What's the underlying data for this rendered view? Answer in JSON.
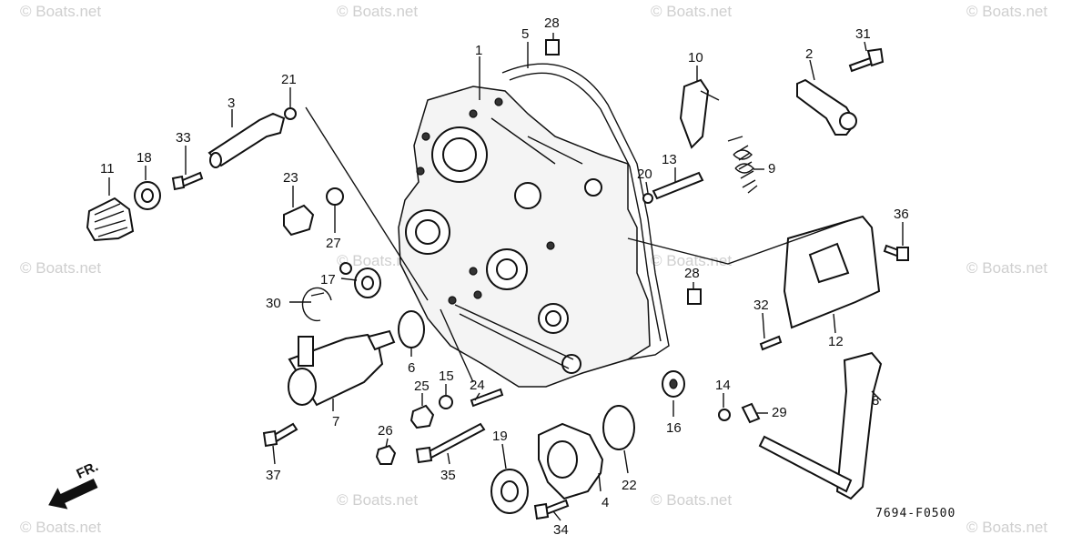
{
  "diagram": {
    "part_numbers": [
      "1",
      "2",
      "3",
      "4",
      "5",
      "6",
      "7",
      "8",
      "9",
      "10",
      "11",
      "12",
      "13",
      "14",
      "15",
      "16",
      "17",
      "18",
      "19",
      "20",
      "21",
      "22",
      "23",
      "24",
      "25",
      "26",
      "27",
      "28",
      "28",
      "29",
      "30",
      "31",
      "32",
      "33",
      "34",
      "35",
      "36",
      "37"
    ],
    "direction_label": "FR.",
    "drawing_code": "7694-F0500",
    "watermark_text": "© Boats.net"
  }
}
